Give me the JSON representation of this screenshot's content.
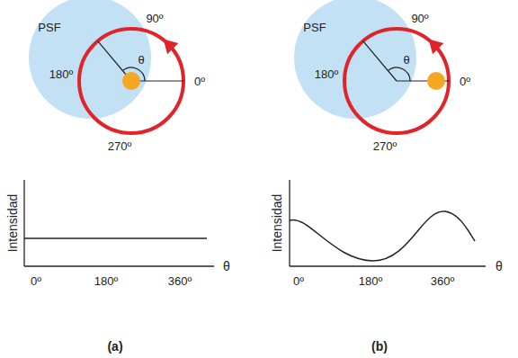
{
  "diagram": {
    "labels": [
      "PSF",
      "90º",
      "180º",
      "θ",
      "0º",
      "270º",
      "Intensidad",
      "θ",
      "0º",
      "180º",
      "360º",
      "(a)",
      "PSF",
      "90º",
      "180º",
      "θ",
      "0º",
      "270º",
      "Intensidad",
      "θ",
      "0º",
      "180º",
      "360º",
      "(b)"
    ]
  }
}
